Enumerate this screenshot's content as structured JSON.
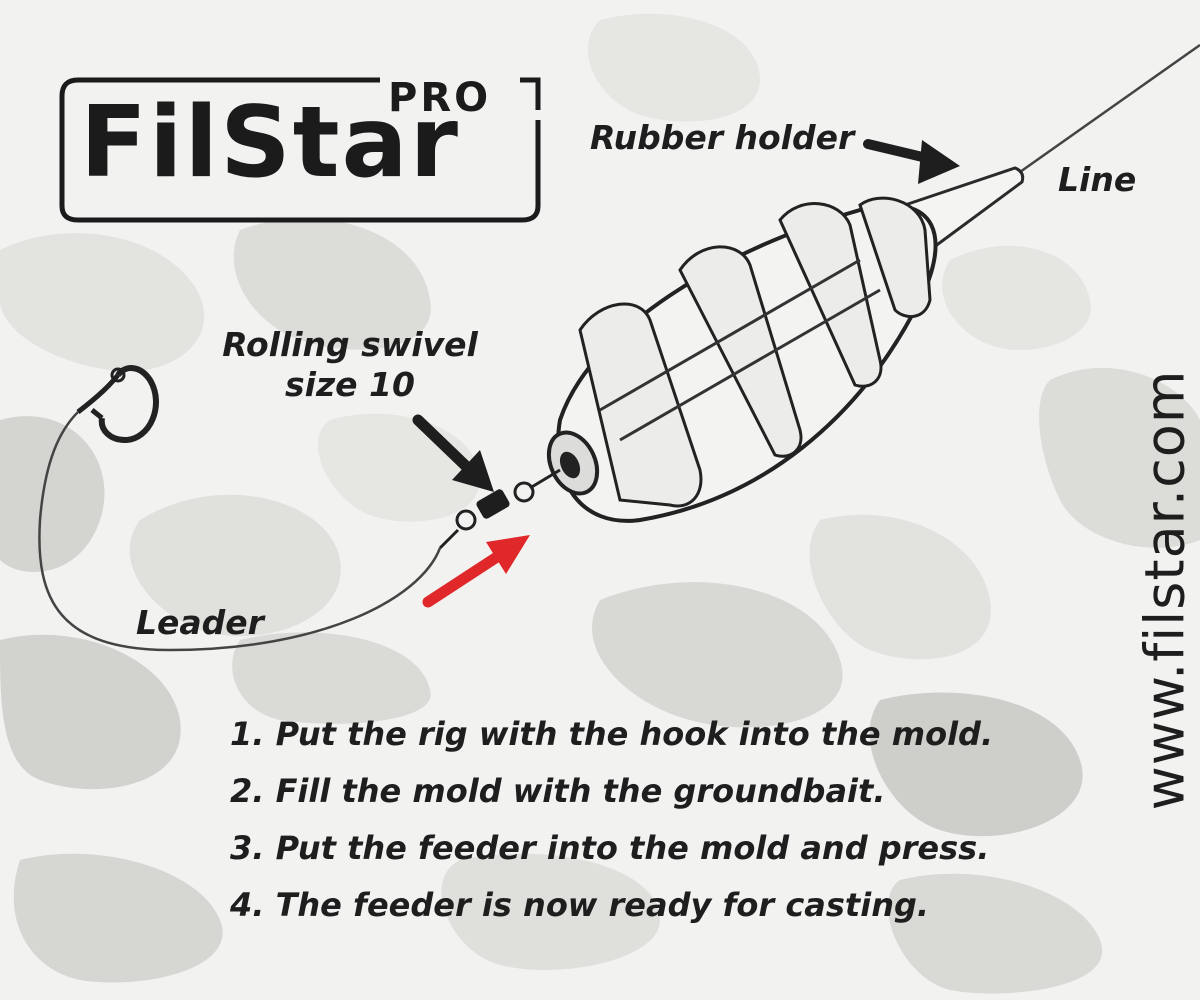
{
  "logo": {
    "main": "FilStar",
    "superscript": "PRO"
  },
  "labels": {
    "rubber_holder": "Rubber holder",
    "line": "Line",
    "swivel_line1": "Rolling swivel",
    "swivel_line2": "size 10",
    "leader": "Leader"
  },
  "steps": [
    "1. Put the rig with the hook into the mold.",
    "2. Fill the mold with the groundbait.",
    "3. Put the feeder into the mold and press.",
    "4. The feeder is now ready for casting."
  ],
  "website": "www.filstar.com",
  "colors": {
    "ink": "#1e1e1e",
    "red_arrow": "#e0282a",
    "camo_light": "#e4e4e1",
    "camo_mid": "#cfcfcb"
  },
  "icons": [
    "hook-icon",
    "swivel-icon",
    "feeder-cage-icon",
    "arrow-icon"
  ]
}
